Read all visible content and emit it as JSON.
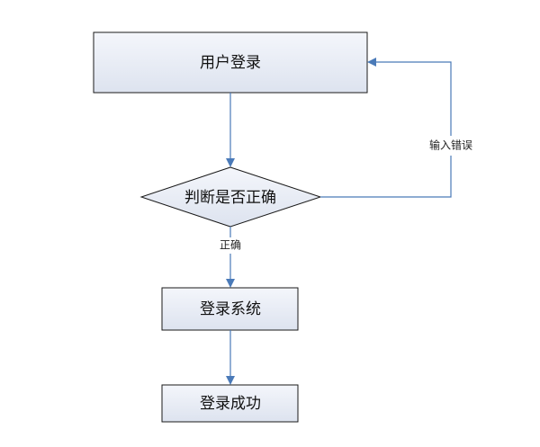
{
  "diagram": {
    "nodes": {
      "user_login": "用户登录",
      "check_correct": "判断是否正确",
      "login_system": "登录系统",
      "login_success": "登录成功"
    },
    "edges": {
      "input_error": "输入错误",
      "correct": "正确"
    },
    "colors": {
      "node_fill_top": "#f4f6fb",
      "node_fill_bottom": "#dde3ef",
      "connector": "#4a7ab8",
      "border": "#1a1a1a"
    }
  }
}
